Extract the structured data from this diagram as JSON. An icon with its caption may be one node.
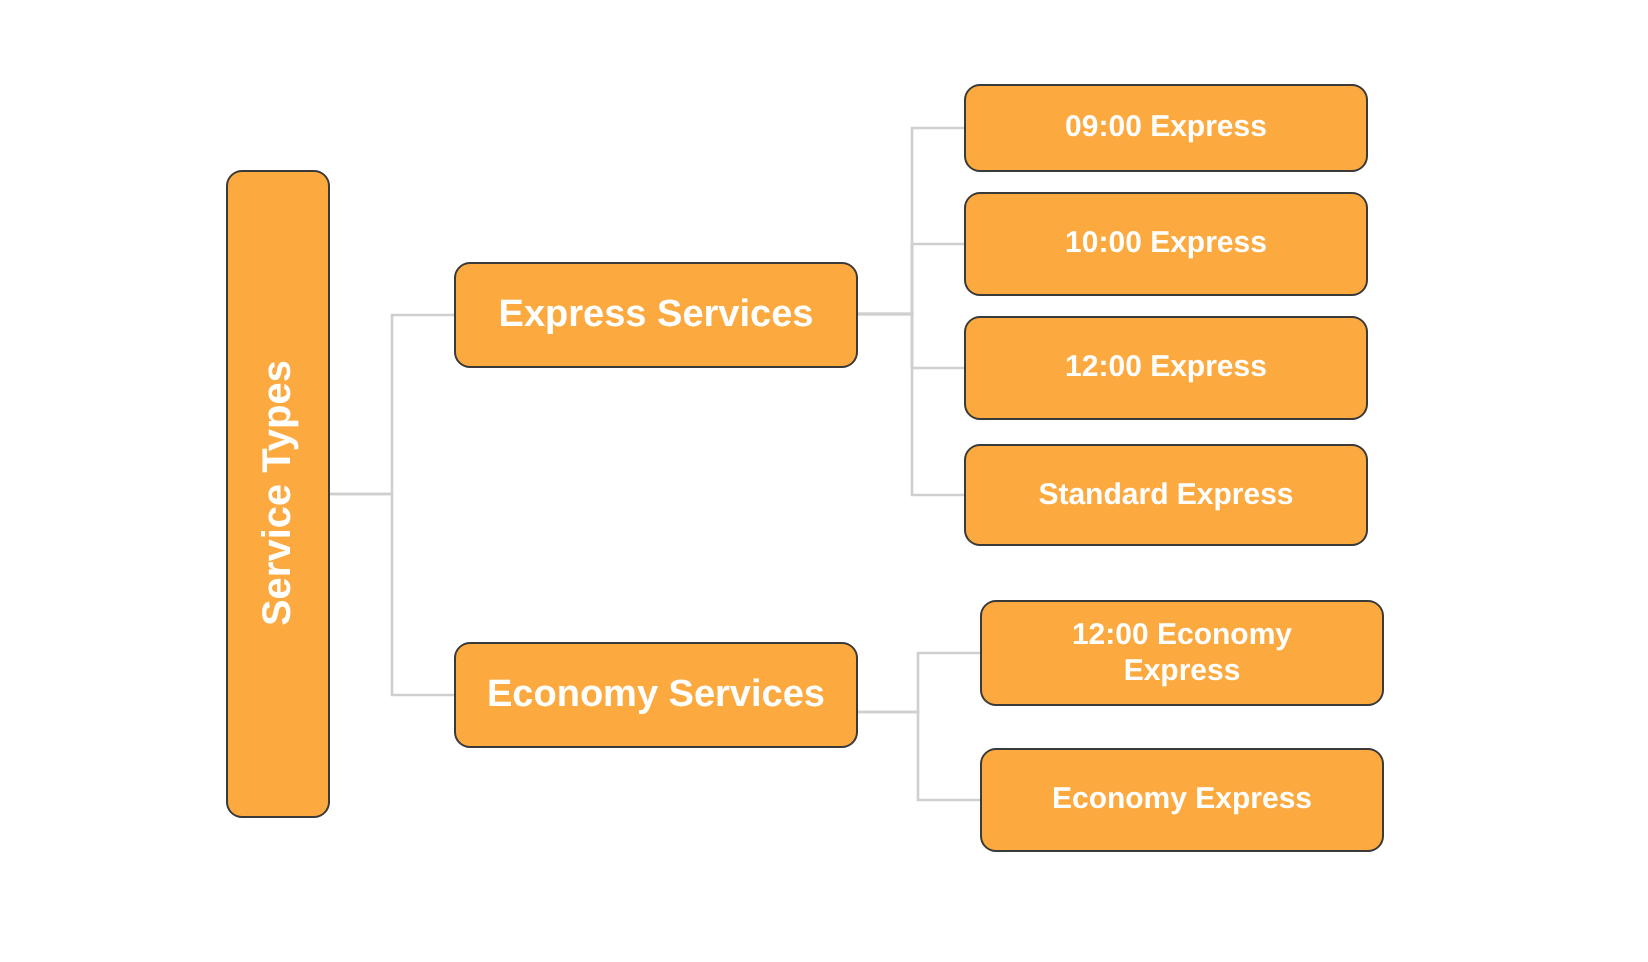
{
  "diagram": {
    "nodes": [
      {
        "text": [
          "Service Types"
        ]
      },
      {
        "text": [
          "Express Services"
        ]
      },
      {
        "text": [
          "Economy Services"
        ]
      },
      {
        "text": [
          "09:00 Express"
        ]
      },
      {
        "text": [
          "10:00 Express"
        ]
      },
      {
        "text": [
          "12:00 Express"
        ]
      },
      {
        "text": [
          "Standard Express"
        ]
      },
      {
        "text": [
          "12:00 Economy Express"
        ]
      },
      {
        "text": [
          "Economy Express"
        ]
      }
    ],
    "edges": [
      {
        "from": 0,
        "to": 1,
        "arrow": "none"
      },
      {
        "from": 0,
        "to": 2,
        "arrow": "none"
      },
      {
        "from": 1,
        "to": 3,
        "arrow": "none"
      },
      {
        "from": 1,
        "to": 4,
        "arrow": "none"
      },
      {
        "from": 1,
        "to": 5,
        "arrow": "none"
      },
      {
        "from": 1,
        "to": 6,
        "arrow": "none"
      },
      {
        "from": 2,
        "to": 7,
        "arrow": "none"
      },
      {
        "from": 2,
        "to": 8,
        "arrow": "none"
      }
    ]
  }
}
